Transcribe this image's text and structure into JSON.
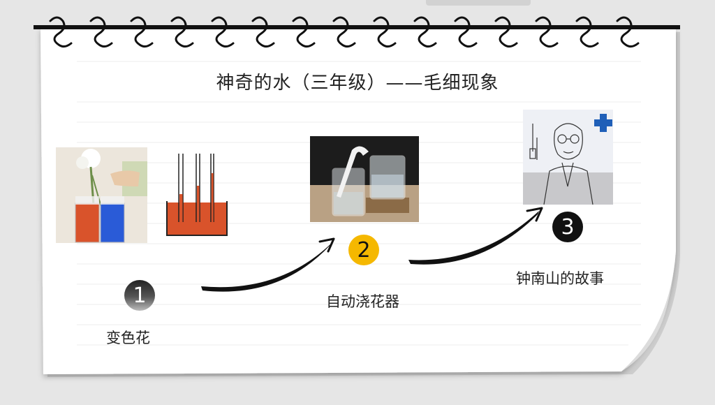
{
  "title": "神奇的水（三年级）——毛细现象",
  "steps": [
    {
      "number": "1",
      "label": "变色花",
      "badge_color": "#3a3a3a"
    },
    {
      "number": "2",
      "label": "自动浇花器",
      "badge_color": "#f5b800"
    },
    {
      "number": "3",
      "label": "钟南山的故事",
      "badge_color": "#111111"
    }
  ],
  "colors": {
    "red_liquid": "#d9532b",
    "blue_liquid": "#2a5bd7",
    "accent": "#f5b800"
  }
}
